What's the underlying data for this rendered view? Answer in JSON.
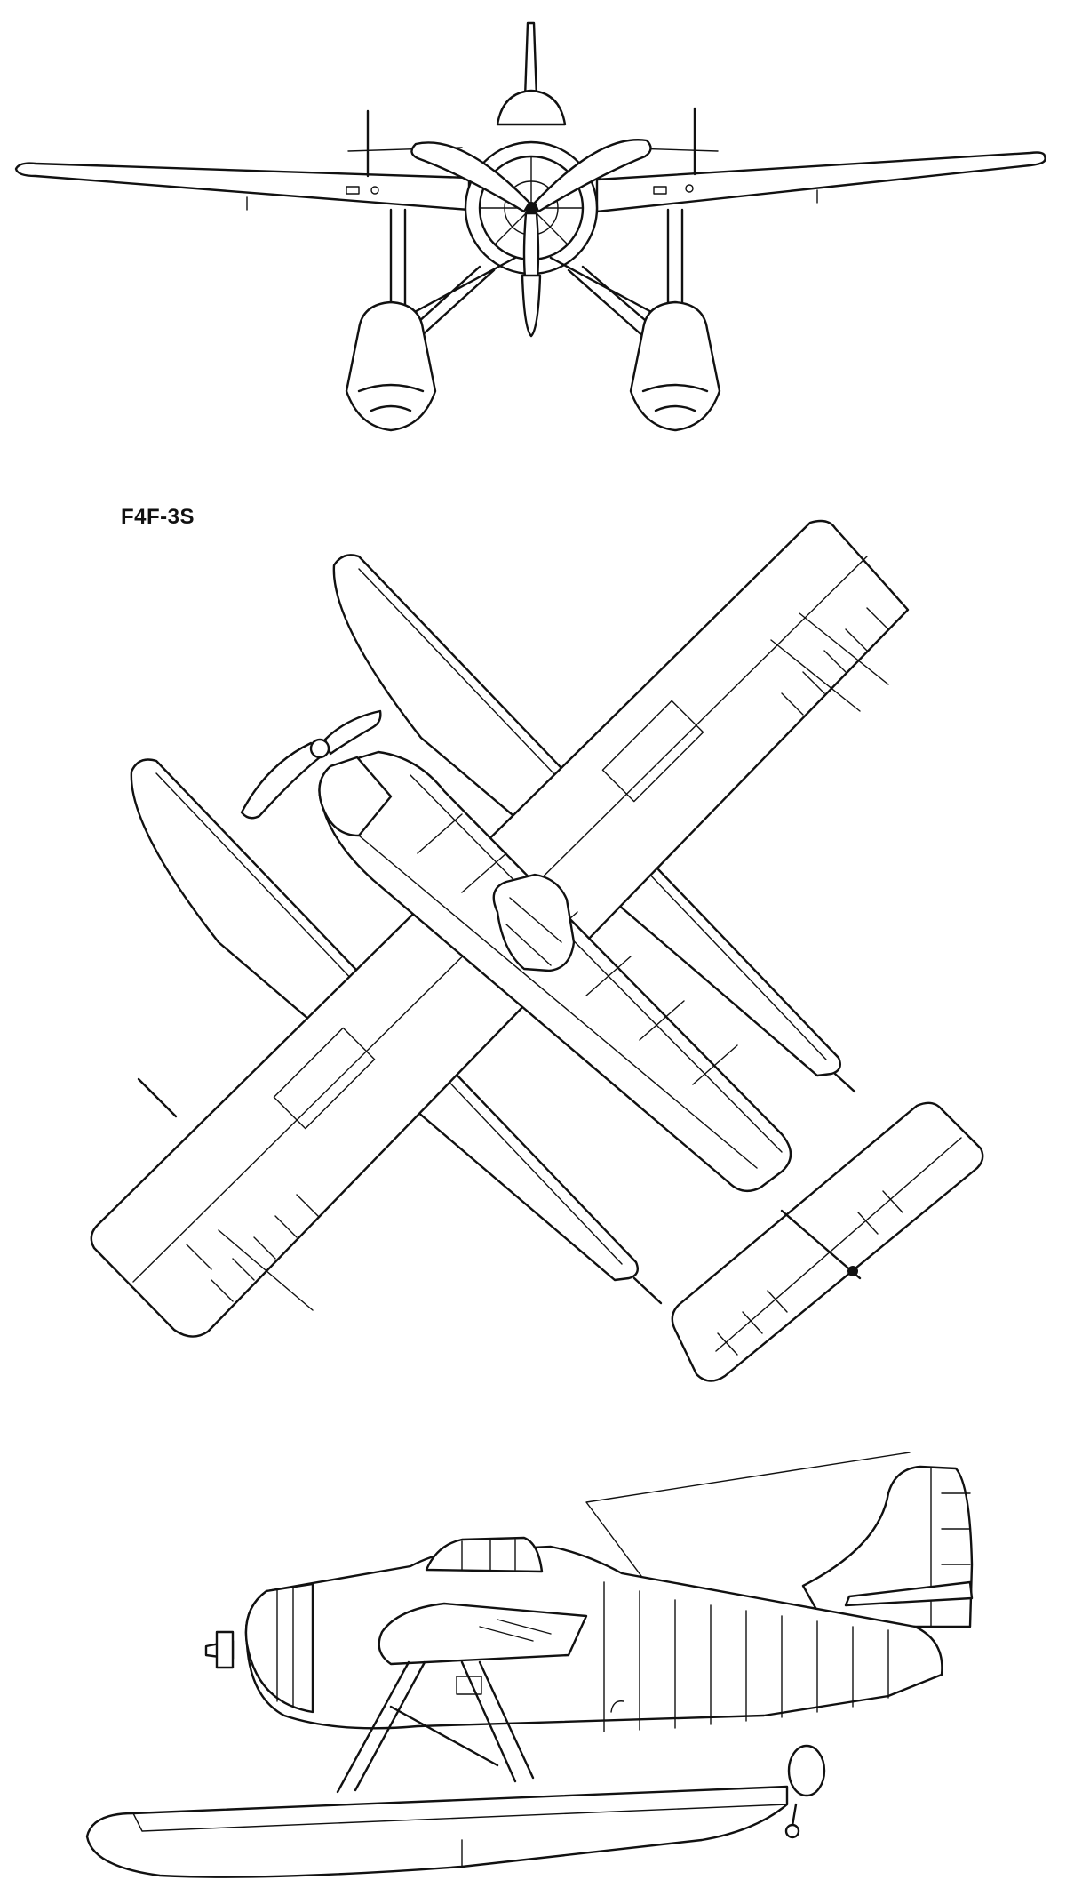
{
  "drawing": {
    "designation": "F4F-3S",
    "views": [
      "front-view",
      "top-view",
      "side-view"
    ],
    "line_color": "#111111",
    "background": "#ffffff"
  }
}
